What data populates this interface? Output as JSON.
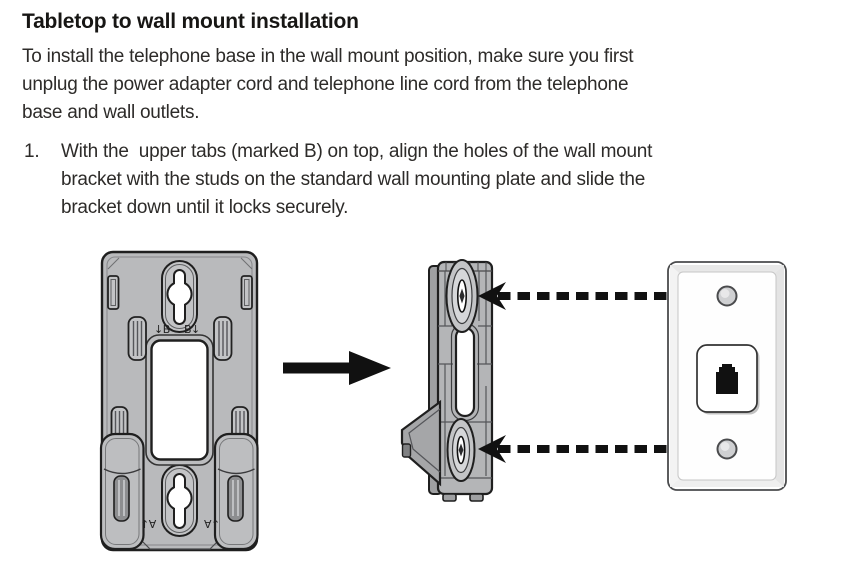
{
  "document": {
    "title": "Tabletop to wall mount installation",
    "intro": {
      "lines": [
        "To install the telephone base in the wall mount position, make sure you first",
        "unplug the power adapter cord and telephone line cord from the telephone",
        "base and wall outlets."
      ]
    },
    "steps": [
      {
        "number": "1.",
        "lines": [
          "With the  upper tabs (marked B) on top, align the holes of the wall mount",
          "bracket with the studs on the standard wall mounting plate and slide the",
          "bracket down until it locks securely."
        ]
      }
    ]
  },
  "figure": {
    "bracket_front": {
      "label_b_left": "↓B",
      "label_b_right": "B↓",
      "label_a_left": "↑∀",
      "label_a_right": "∀↑"
    },
    "colors": {
      "line": "#1f1f1f",
      "bracket_fill": "#b9babc",
      "bracket_side_fill": "#b4b5b7",
      "recess_fill": "#c3c4c6",
      "slot_dark": "#8d8e90",
      "plate_fill": "#ffffff",
      "stud_fill": "#cfd0d2",
      "arrow": "#111111"
    }
  }
}
